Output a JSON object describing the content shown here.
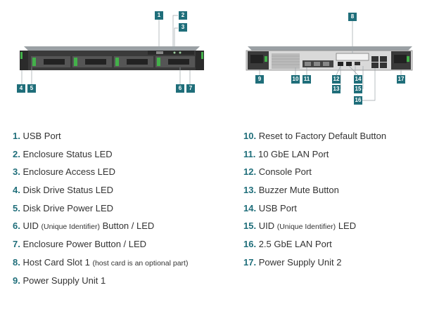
{
  "callouts": {
    "c1": "1",
    "c2": "2",
    "c3": "3",
    "c4": "4",
    "c5": "5",
    "c6": "6",
    "c7": "7",
    "c8": "8",
    "c9": "9",
    "c10": "10",
    "c11": "11",
    "c12": "12",
    "c13": "13",
    "c14": "14",
    "c15": "15",
    "c16": "16",
    "c17": "17"
  },
  "legend_left": [
    {
      "num": "1.",
      "label": "USB Port",
      "note": ""
    },
    {
      "num": "2.",
      "label": "Enclosure Status LED",
      "note": ""
    },
    {
      "num": "3.",
      "label": "Enclosure Access LED",
      "note": ""
    },
    {
      "num": "4.",
      "label": "Disk Drive Status LED",
      "note": ""
    },
    {
      "num": "5.",
      "label": "Disk Drive Power LED",
      "note": ""
    },
    {
      "num": "6.",
      "label": "UID",
      "note": "(Unique Identifier)",
      "tail": "Button / LED"
    },
    {
      "num": "7.",
      "label": "Enclosure Power Button / LED",
      "note": ""
    },
    {
      "num": "8.",
      "label": "Host Card Slot 1",
      "note": "(host card is an optional part)"
    },
    {
      "num": "9.",
      "label": "Power Supply Unit 1",
      "note": ""
    }
  ],
  "legend_right": [
    {
      "num": "10.",
      "label": "Reset to Factory Default Button",
      "note": ""
    },
    {
      "num": "11.",
      "label": "10 GbE LAN Port",
      "note": ""
    },
    {
      "num": "12.",
      "label": "Console Port",
      "note": ""
    },
    {
      "num": "13.",
      "label": "Buzzer Mute Button",
      "note": ""
    },
    {
      "num": "14.",
      "label": "USB Port",
      "note": ""
    },
    {
      "num": "15.",
      "label": "UID",
      "note": "(Unique Identifier)",
      "tail": "LED"
    },
    {
      "num": "16.",
      "label": "2.5 GbE LAN Port",
      "note": ""
    },
    {
      "num": "17.",
      "label": "Power Supply Unit 2",
      "note": ""
    }
  ],
  "colors": {
    "accent": "#1f6e7a",
    "green": "#43b14a",
    "chassis": "#3a3a3a"
  }
}
